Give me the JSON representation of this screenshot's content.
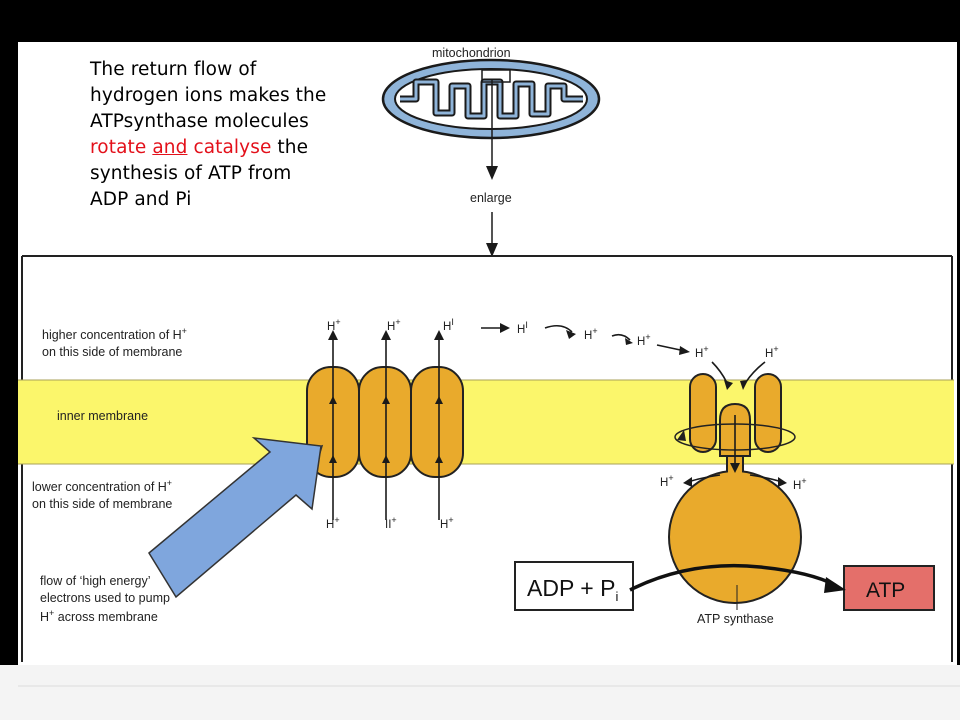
{
  "caption": {
    "line1": "The return flow of",
    "line2": "hydrogen ions makes the",
    "line3": "ATPsynthase molecules",
    "line4_red_a": "rotate",
    "line4_red_and": "and",
    "line4_red_b": "catalyse",
    "line4_black": " the",
    "line5": "synthesis of ATP from",
    "line6": "ADP and Pi"
  },
  "labels": {
    "mitochondrion": "mitochondrion",
    "enlarge": "enlarge",
    "higher_conc_1": "higher concentration of H",
    "higher_conc_sup": "+",
    "higher_conc_2": "on this side of membrane",
    "inner_membrane": "inner membrane",
    "lower_conc_1": "lower concentration of H",
    "lower_conc_sup": "+",
    "lower_conc_2": "on this side of membrane",
    "flow_1": "flow of ‘high energy’",
    "flow_2": "electrons used to pump",
    "flow_3_h": "H",
    "flow_3_sup": "+",
    "flow_3_rest": " across membrane",
    "adp_main": "ADP + P",
    "adp_sub": "i",
    "atp": "ATP",
    "atp_synthase": "ATP synthase"
  },
  "ions": {
    "h": "H",
    "plus": "+",
    "top_h1": "H",
    "top_h1_sup": "+",
    "top_h2": "H",
    "top_h2_sup": "+",
    "top_h3": "H",
    "top_h3_sup": "I",
    "flow_h1": "H",
    "flow_h1_sup": "I",
    "flow_h2": "H",
    "flow_h2_sup": "+",
    "flow_h3": "H",
    "flow_h3_sup": "+",
    "flow_h4": "H",
    "flow_h4_sup": "+",
    "flow_h5": "H",
    "flow_h5_sup": "+",
    "side_left": "H",
    "side_left_sup": "+",
    "side_right": "H",
    "side_right_sup": "+",
    "bot_h1": "H",
    "bot_h1_sup": "+",
    "bot_h2": "II",
    "bot_h2_sup": "+",
    "bot_h3": "H",
    "bot_h3_sup": "+"
  },
  "colors": {
    "membrane": "#fbf66b",
    "protein": "#e9aa2c",
    "arrow_blue": "#7fa6dd",
    "atp_box": "#e46f6a",
    "mito": "#8fb4d9",
    "caption_red": "#e3101a"
  }
}
